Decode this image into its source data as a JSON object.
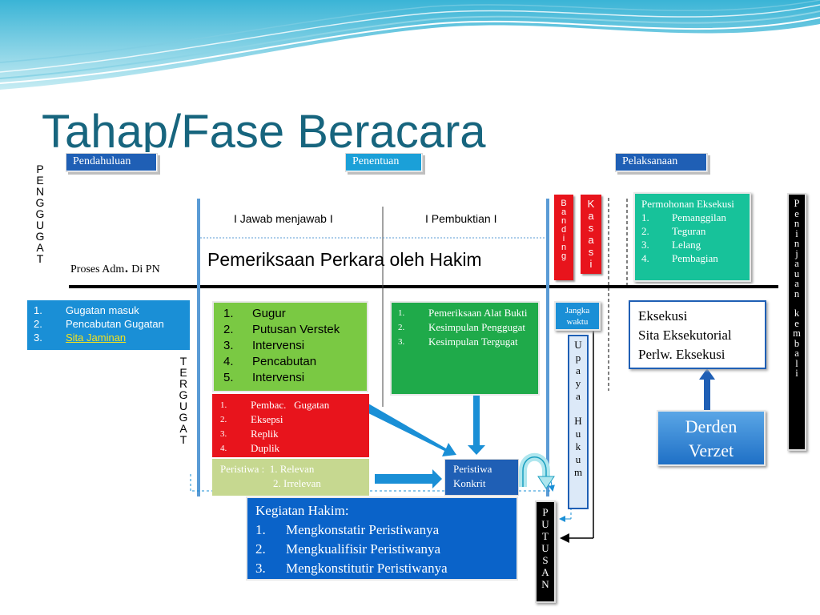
{
  "title": "Tahap/Fase Beracara",
  "phases": {
    "pendahuluan": "Pendahuluan",
    "penentuan": "Penentuan",
    "pelaksanaan": "Pelaksanaan"
  },
  "penggugat_letters": [
    "P",
    "E",
    "N",
    "G",
    "G",
    "U",
    "G",
    "A",
    "T"
  ],
  "tergugat_letters": [
    "T",
    "E",
    "R",
    "G",
    "U",
    "G",
    "A",
    "T"
  ],
  "proses_adm": {
    "prefix": "Proses Adm",
    "dot": ".",
    "suffix": "Di PN"
  },
  "jawab_menjawab": "I Jawab menjawab I",
  "pembuktian": "I Pembuktian I",
  "pemeriksaan": "Pemeriksaan Perkara oleh Hakim",
  "banding_letters": [
    "B",
    "a",
    "n",
    "d",
    "i",
    "n",
    "g"
  ],
  "kasasi_letters": [
    "K",
    "a",
    "s",
    "a",
    "s",
    "i"
  ],
  "permohonan": {
    "heading": "Permohonan Eksekusi",
    "items": [
      {
        "n": "1.",
        "label": "Pemanggilan"
      },
      {
        "n": "2.",
        "label": "Teguran"
      },
      {
        "n": "3.",
        "label": "Lelang"
      },
      {
        "n": "4.",
        "label": "Pembagian"
      }
    ]
  },
  "peninjauan_letters": [
    "P",
    "e",
    "n",
    "i",
    "n",
    "j",
    "a",
    "u",
    "a",
    "n",
    "",
    "k",
    "e",
    "m",
    "b",
    "a",
    "l",
    "i"
  ],
  "gugatan": [
    {
      "n": "1.",
      "label": "Gugatan masuk"
    },
    {
      "n": "2.",
      "label": "Pencabutan Gugatan"
    },
    {
      "n": "3.",
      "label": "Sita Jaminan"
    }
  ],
  "green_list": [
    {
      "n": "1.",
      "label": "Gugur"
    },
    {
      "n": "2.",
      "label": "Putusan Verstek"
    },
    {
      "n": "3.",
      "label": "Intervensi"
    },
    {
      "n": "4.",
      "label": "Pencabutan"
    },
    {
      "n": "5.",
      "label": "Intervensi"
    }
  ],
  "red_list": [
    {
      "n": "1.",
      "label": "Pembac.   Gugatan"
    },
    {
      "n": "2.",
      "label": "Eksepsi"
    },
    {
      "n": "3.",
      "label": "Replik"
    },
    {
      "n": "4.",
      "label": "Duplik"
    }
  ],
  "peristiwa": {
    "line1": "Peristiwa :  1. Relevan",
    "line2": "2. Irrelevan"
  },
  "pembuktian_list": [
    {
      "n": "1.",
      "label": "Pemeriksaan Alat Bukti"
    },
    {
      "n": "2.",
      "label": "Kesimpulan Penggugat"
    },
    {
      "n": "3.",
      "label": "Kesimpulan Tergugat"
    }
  ],
  "peristiwa_konkrit": "Peristiwa Konkrit",
  "jangka_waktu": "Jangka waktu",
  "upaya_hukum_letters": [
    "U",
    "p",
    "a",
    "y",
    "a",
    "",
    "H",
    "u",
    "k",
    "u",
    "m"
  ],
  "eksekusi": [
    "Eksekusi",
    "Sita Eksekutorial",
    "Perlw. Eksekusi"
  ],
  "derden_verzet": "Derden Verzet",
  "kegiatan": {
    "heading": "Kegiatan Hakim:",
    "items": [
      {
        "n": "1.",
        "label": "Mengkonstatir Peristiwanya"
      },
      {
        "n": "2.",
        "label": "Mengkualifisir Peristiwanya"
      },
      {
        "n": "3.",
        "label": "Mengkonstitutir Peristiwanya"
      }
    ]
  },
  "putusan_letters": [
    "P",
    "U",
    "T",
    "U",
    "S",
    "A",
    "N"
  ],
  "colors": {
    "title": "#17657e",
    "tab_blue": "#1f5fb5",
    "blue_box": "#1a8fd6",
    "green_box": "#7ac943",
    "red_box": "#e8141c",
    "dark_green": "#1faa4a",
    "teal": "#17c29a",
    "khaki": "#c6d890",
    "kegiatan_blue": "#0a63c9"
  }
}
